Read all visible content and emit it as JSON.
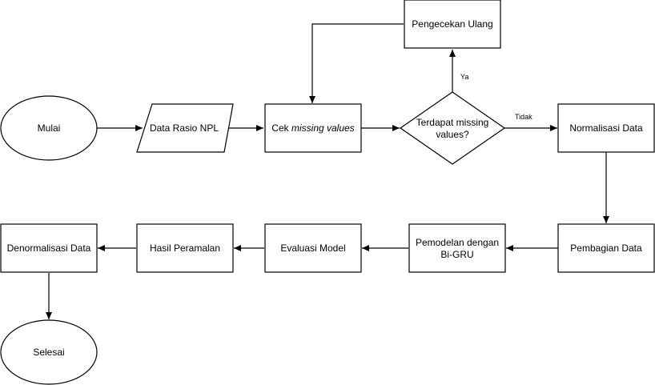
{
  "flowchart": {
    "start": "Mulai",
    "input": "Data Rasio NPL",
    "check_prefix": "Cek ",
    "check_italic": "missing values",
    "decision_line1": "Terdapat missing",
    "decision_line2": "values?",
    "recheck": "Pengecekan Ulang",
    "yes_label": "Ya",
    "no_label": "Tidak",
    "normalize": "Normalisasi Data",
    "split": "Pembagian Data",
    "model_line1": "Pemodelan dengan",
    "model_line2": "Bi-GRU",
    "evaluate": "Evaluasi Model",
    "forecast": "Hasil Peramalan",
    "denormalize": "Denormalisasi Data",
    "end": "Selesai"
  }
}
